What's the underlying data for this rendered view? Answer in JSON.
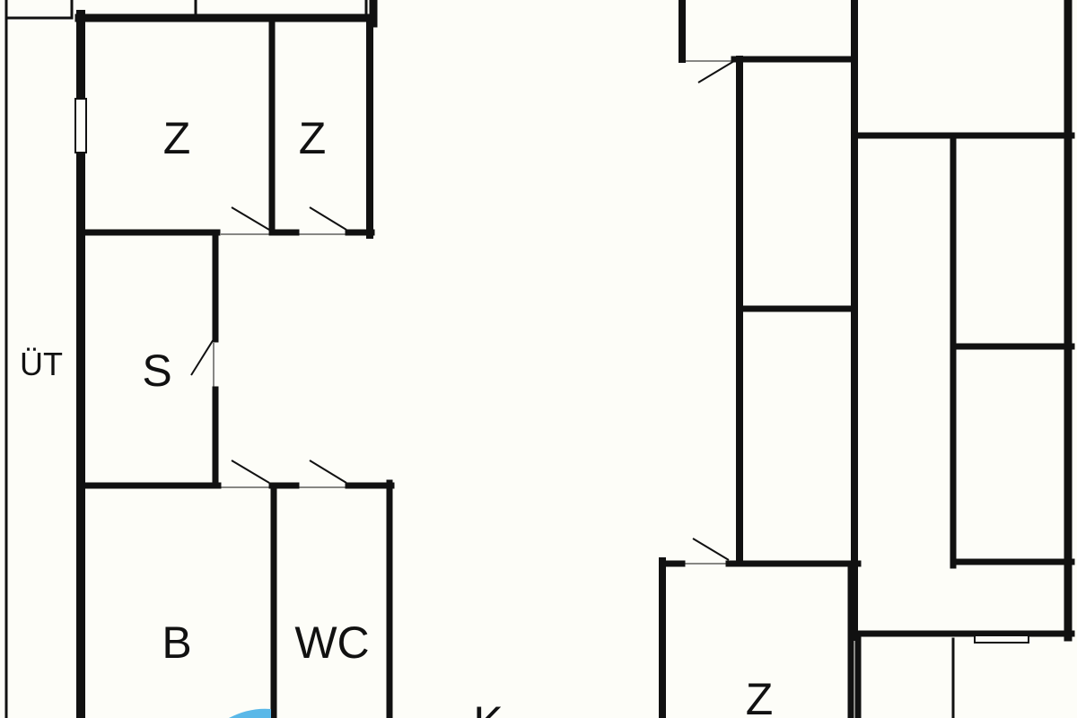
{
  "rooms": {
    "ut": "ÜT",
    "z_top_left": "Z",
    "z_top_right": "Z",
    "s": "S",
    "b": "B",
    "wc": "WC",
    "k": "K",
    "z_bottom": "Z"
  },
  "colors": {
    "background": "#fdfdf8",
    "wall": "#111111",
    "accent": "#5ab8e8"
  }
}
